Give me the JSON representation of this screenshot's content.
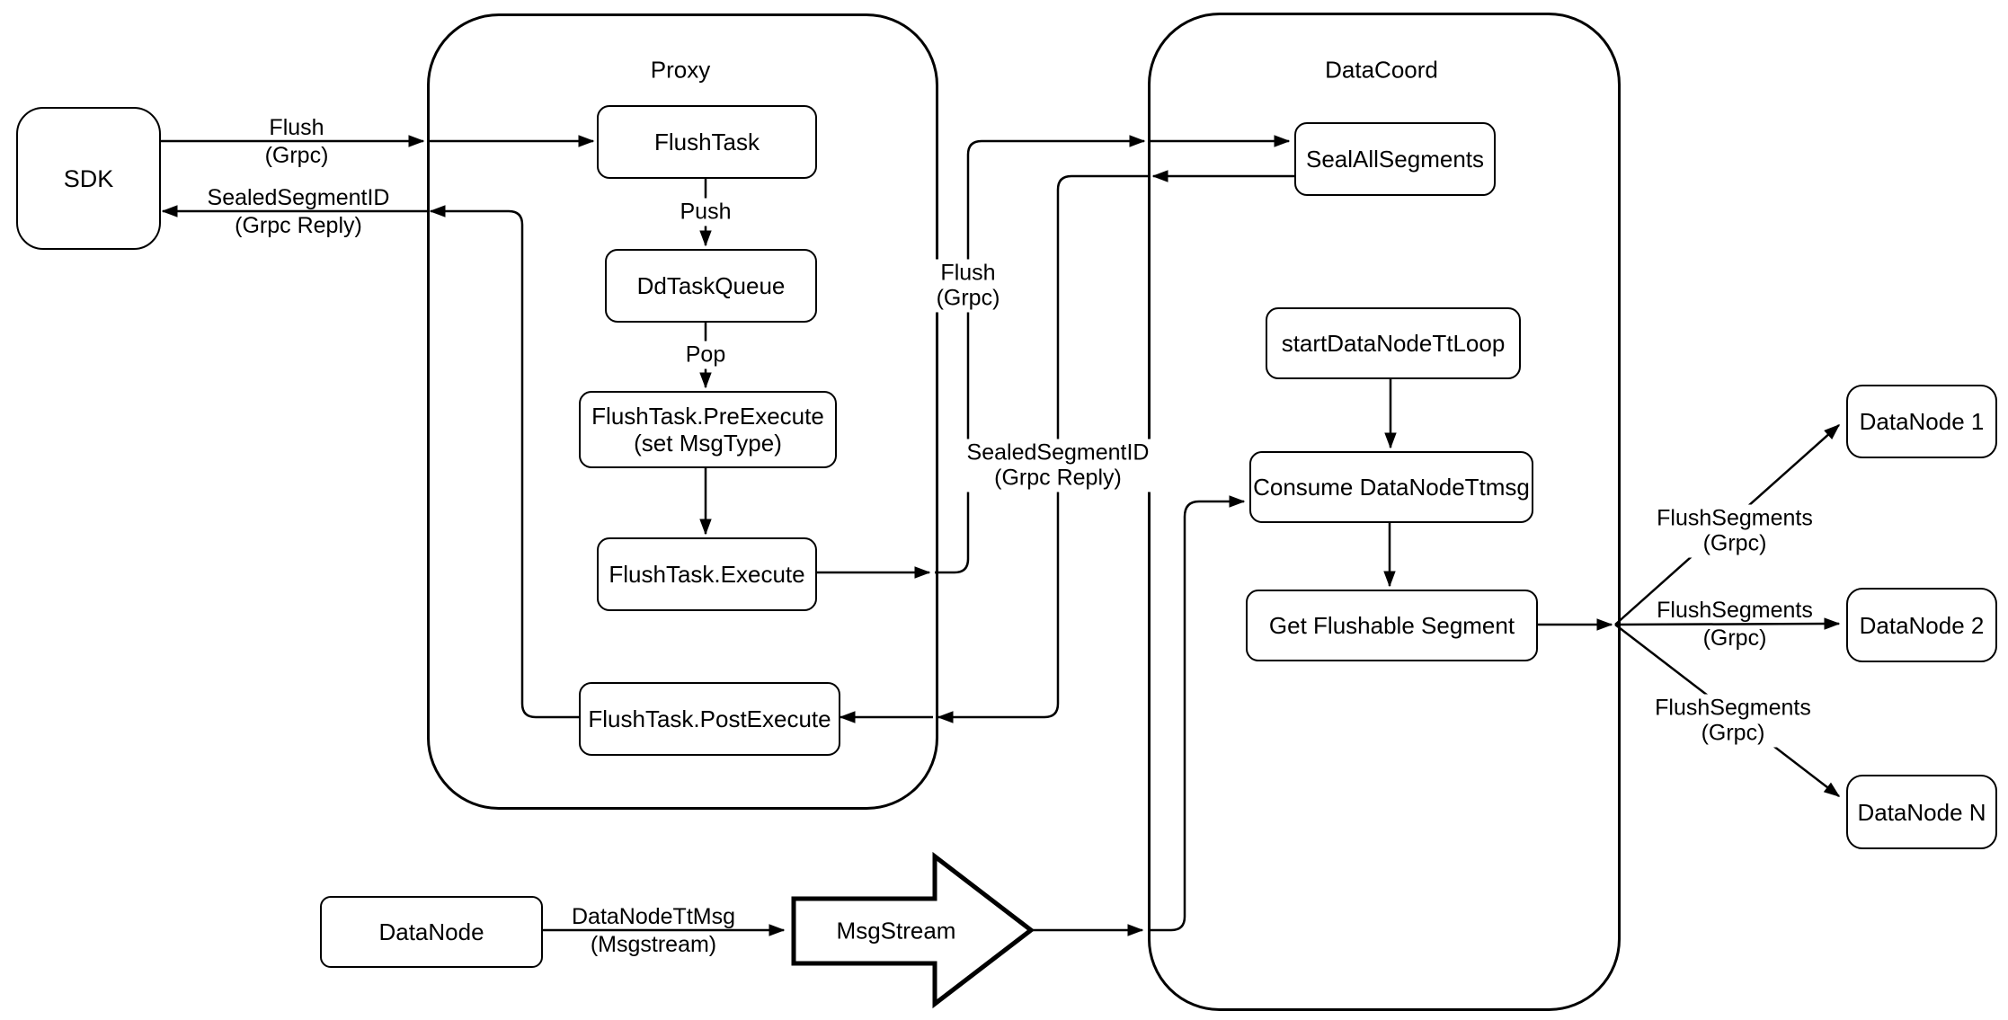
{
  "diagram": {
    "type": "flowchart",
    "colors": {
      "stroke": "#000000",
      "background": "#ffffff",
      "text": "#000000"
    },
    "containers": {
      "proxy": {
        "label": "Proxy"
      },
      "datacoord": {
        "label": "DataCoord"
      }
    },
    "nodes": {
      "sdk": {
        "label": "SDK"
      },
      "flush_task": {
        "label": "FlushTask"
      },
      "dd_task_queue": {
        "label": "DdTaskQueue"
      },
      "pre_execute": {
        "label": "FlushTask.PreExecute",
        "sublabel": "(set MsgType)"
      },
      "execute": {
        "label": "FlushTask.Execute"
      },
      "post_execute": {
        "label": "FlushTask.PostExecute"
      },
      "seal_all_segments": {
        "label": "SealAllSegments"
      },
      "start_datanode_tt_loop": {
        "label": "startDataNodeTtLoop"
      },
      "consume_datanode_ttmsg": {
        "label": "Consume DataNodeTtmsg"
      },
      "get_flushable_segment": {
        "label": "Get Flushable Segment"
      },
      "datanode_1": {
        "label": "DataNode 1"
      },
      "datanode_2": {
        "label": "DataNode 2"
      },
      "datanode_n": {
        "label": "DataNode N"
      },
      "datanode": {
        "label": "DataNode"
      },
      "msgstream": {
        "label": "MsgStream"
      }
    },
    "edge_labels": {
      "flush_sdk": {
        "line1": "Flush",
        "line2": "(Grpc)"
      },
      "sealed_sdk": {
        "line1": "SealedSegmentID",
        "line2": "(Grpc Reply)"
      },
      "push": {
        "line1": "Push"
      },
      "pop": {
        "line1": "Pop"
      },
      "flush_mid": {
        "line1": "Flush",
        "line2": "(Grpc)"
      },
      "sealed_mid": {
        "line1": "SealedSegmentID",
        "line2": "(Grpc Reply)"
      },
      "flush_segments_1": {
        "line1": "FlushSegments",
        "line2": "(Grpc)"
      },
      "flush_segments_2": {
        "line1": "FlushSegments",
        "line2": "(Grpc)"
      },
      "flush_segments_n": {
        "line1": "FlushSegments",
        "line2": "(Grpc)"
      },
      "datanode_ttmsg": {
        "line1": "DataNodeTtMsg",
        "line2": "(Msgstream)"
      }
    }
  }
}
